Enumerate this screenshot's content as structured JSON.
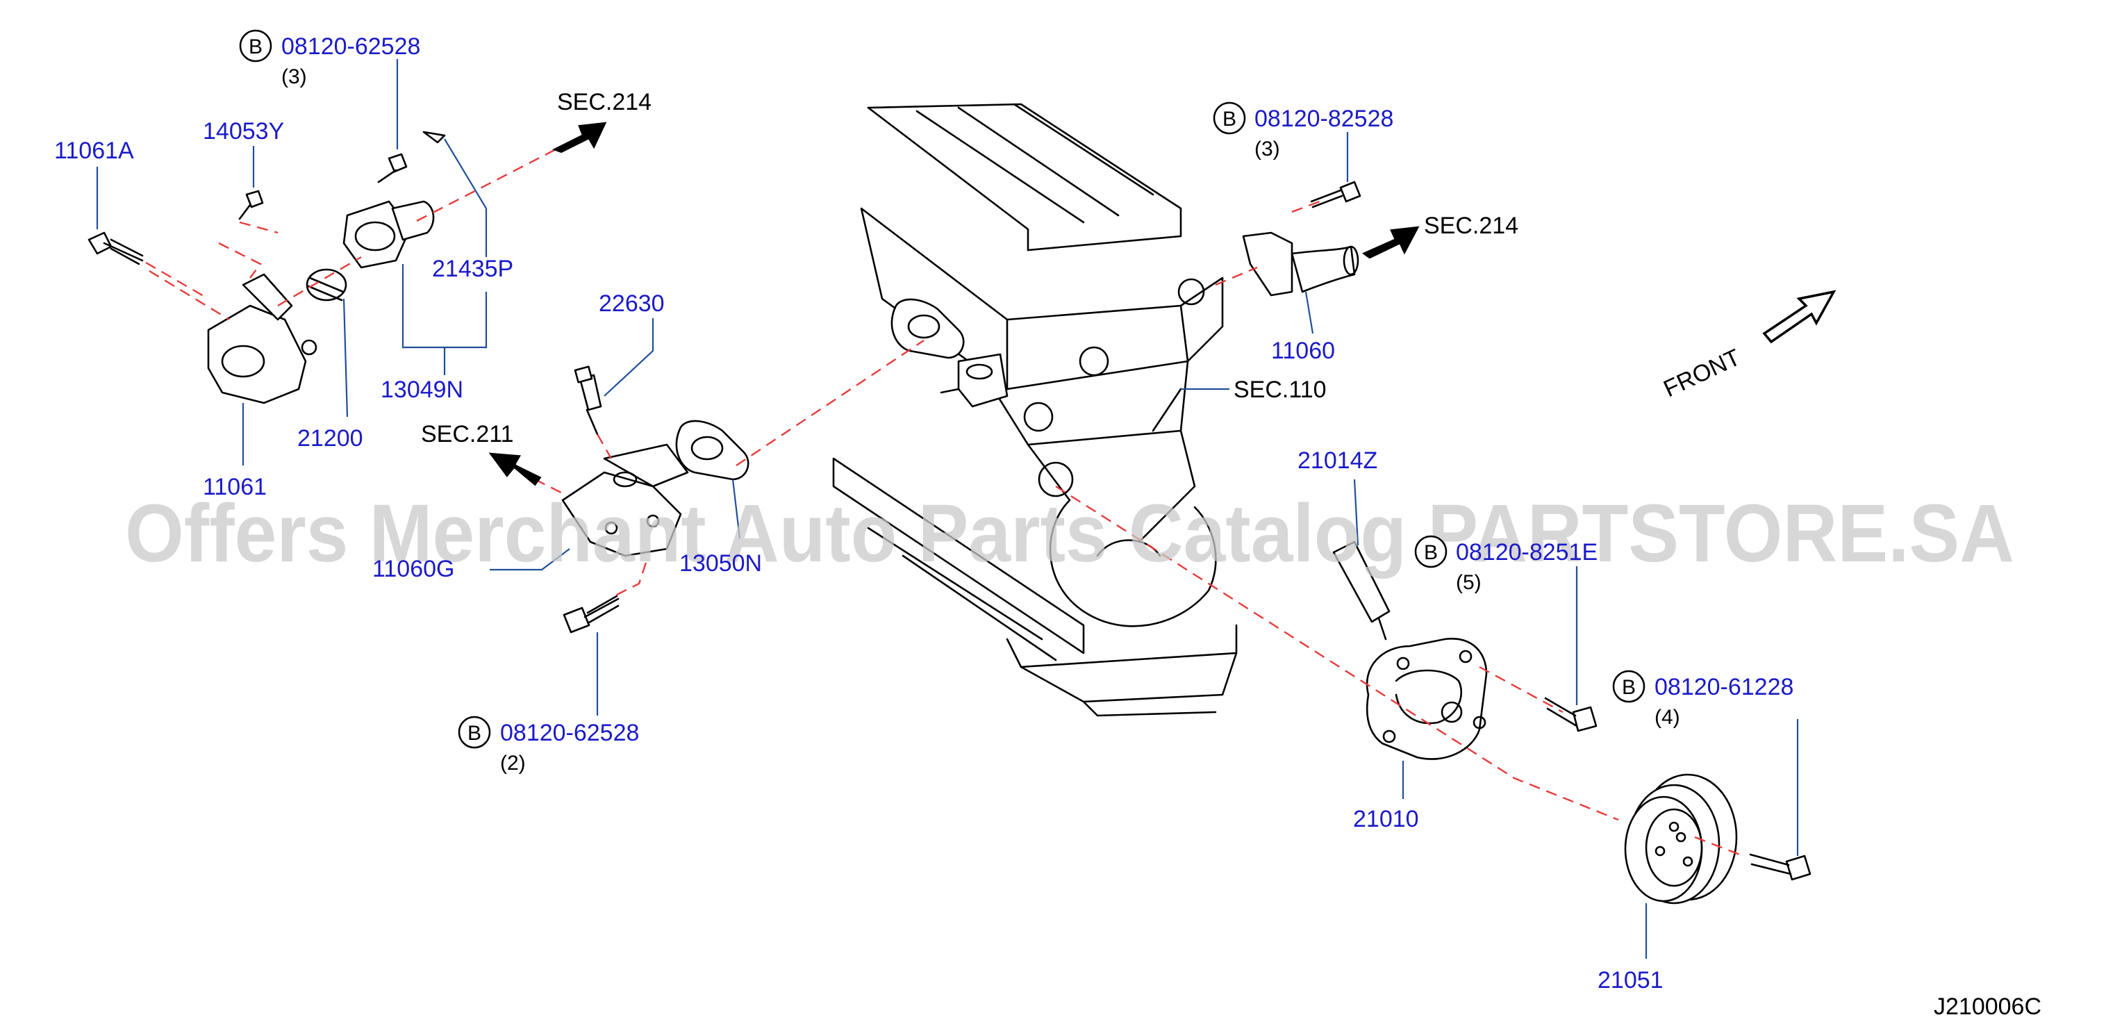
{
  "diagram": {
    "code": "J210006C",
    "front_label": "FRONT",
    "watermark": "Offers Merchant Auto Parts Catalog PARTSTORE.SA"
  },
  "section_refs": [
    {
      "id": "sec214_top",
      "text": "SEC.214"
    },
    {
      "id": "sec214_right",
      "text": "SEC.214"
    },
    {
      "id": "sec211",
      "text": "SEC.211"
    },
    {
      "id": "sec110",
      "text": "SEC.110"
    }
  ],
  "bolt_callouts": [
    {
      "id": "b1",
      "letter": "B",
      "part_no": "08120-62528",
      "qty": "(3)"
    },
    {
      "id": "b2",
      "letter": "B",
      "part_no": "08120-82528",
      "qty": "(3)"
    },
    {
      "id": "b3",
      "letter": "B",
      "part_no": "08120-62528",
      "qty": "(2)"
    },
    {
      "id": "b4",
      "letter": "B",
      "part_no": "08120-8251E",
      "qty": "(5)"
    },
    {
      "id": "b5",
      "letter": "B",
      "part_no": "08120-61228",
      "qty": "(4)"
    }
  ],
  "parts": [
    {
      "id": "p11061A",
      "part_no": "11061A"
    },
    {
      "id": "p14053Y",
      "part_no": "14053Y"
    },
    {
      "id": "p21435P",
      "part_no": "21435P"
    },
    {
      "id": "p13049N",
      "part_no": "13049N"
    },
    {
      "id": "p21200",
      "part_no": "21200"
    },
    {
      "id": "p11061",
      "part_no": "11061"
    },
    {
      "id": "p22630",
      "part_no": "22630"
    },
    {
      "id": "p11060G",
      "part_no": "11060G"
    },
    {
      "id": "p13050N",
      "part_no": "13050N"
    },
    {
      "id": "p11060",
      "part_no": "11060"
    },
    {
      "id": "p21014Z",
      "part_no": "21014Z"
    },
    {
      "id": "p21010",
      "part_no": "21010"
    },
    {
      "id": "p21051",
      "part_no": "21051"
    }
  ]
}
